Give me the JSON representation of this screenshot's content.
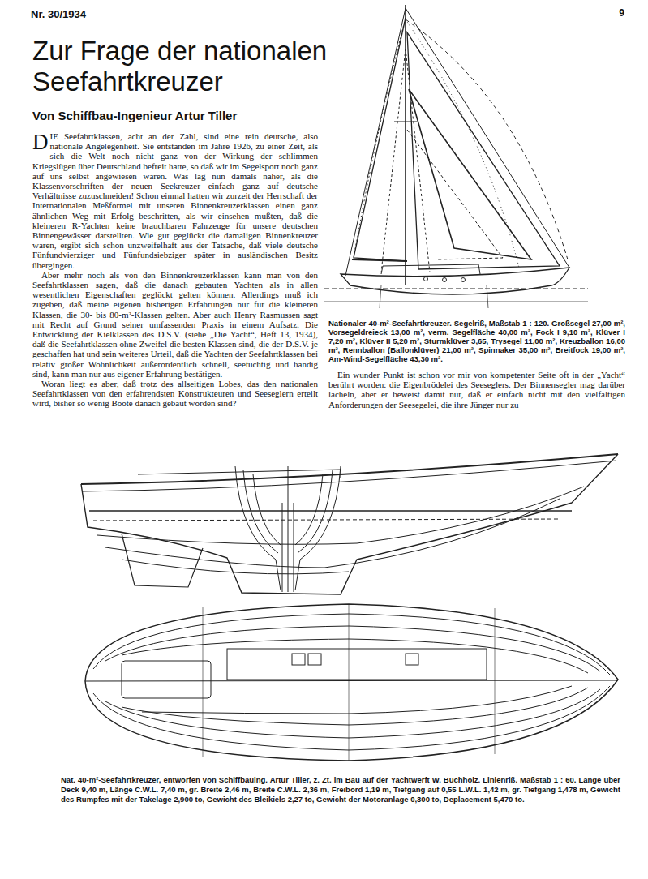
{
  "diagram": {
    "title": "Zur Frage der nationalen Seefahrtkreuzer",
    "caption": "Nat. 40-m²-Seefahrtkreuzer, entworfen von Schiffbauing. Artur Tiller, z. Zt. im Bau auf der Yachtwerft W. Buchholz. Linienriß. Maßstab 1 : 60. Länge über Deck 9,40 m, Länge C.W.L. 7,40 m, gr. Breite 2,46 m, Breite C.W.L. 2,36 m, Freibord 1,19 m, Tiefgang auf 0,55 L.W.L. 1,42 m, gr. Tiefgang 1,478 m, Gewicht des Rumpfes mit der Takelage 2,900 to, Gewicht des Bleikiels 2,27 to, Gewicht der Motoranlage 0,300 to, Deplacement 5,470 to.",
    "labels": [
      "Nr. 30/1934",
      "9",
      "Von Schiffbau-Ingenieur Artur Tiller",
      "DIE Seefahrtklassen, acht an der Zahl, sind eine rein deutsche, also nationale Angelegenheit. Sie entstanden im Jahre 1926, zu einer Zeit, als sich die Welt noch nicht ganz von der Wirkung der schlimmen Kriegslügen über Deutschland befreit hatte, so daß wir im Segelsport noch ganz auf uns selbst angewiesen waren. Was lag nun damals näher, als die Klassenvorschriften der neuen Seekreuzer einfach ganz auf deutsche Verhältnisse zuzuschneiden! Schon einmal hatten wir zurzeit der Herrschaft der Internationalen Meßformel mit unseren Binnenkreuzerklassen einen ganz ähnlichen Weg mit Erfolg beschritten, als wir einsehen mußten, daß die kleineren R-Yachten keine brauchbaren Fahrzeuge für unsere deutschen Binnengewässer darstellten. Wie gut geglückt die damaligen Binnenkreuzer waren, ergibt sich schon unzweifelhaft aus der Tatsache, daß viele deutsche Fünfundvierziger und Fünfundsiebziger später in ausländischen Besitz übergingen.",
      "Aber mehr noch als von den Binnenkreuzerklassen kann man von den Seefahrtklassen sagen, daß die danach gebauten Yachten als in allen wesentlichen Eigenschaften geglückt gelten können. Allerdings muß ich zugeben, daß meine eigenen bisherigen Erfahrungen nur für die kleineren Klassen, die 30- bis 80-m²-Klassen gelten. Aber auch Henry Rasmussen sagt mit Recht auf Grund seiner umfassenden Praxis in einem Aufsatz: Die Entwicklung der Kielklassen des D.S.V. (siehe „Die Yacht“, Heft 13, 1934), daß die Seefahrtklassen ohne Zweifel die besten Klassen sind, die der D.S.V. je geschaffen hat und sein weiteres Urteil, daß die Yachten der Seefahrtklassen bei relativ großer Wohnlichkeit außerordentlich schnell, seetüchtig und handig sind, kann man nur aus eigener Erfahrung bestätigen.",
      "Woran liegt es aber, daß trotz des allseitigen Lobes, das den nationalen Seefahrtklassen von den erfahrendsten Konstrukteuren und Seeseglern erteilt wird, bisher so wenig Boote danach gebaut worden sind?",
      "Nationaler 40-m²-Seefahrtkreuzer. Segelriß, Maßstab 1 : 120. Großsegel 27,00 m², Vorsegeldreieck 13,00 m², verm. Segelfläche 40,00 m², Fock I 9,10 m², Klüver I 7,20 m², Klüver II 5,20 m², Sturmklüver 3,65, Trysegel 11,00 m², Kreuzballon 16,00 m², Rennballon (Ballonklüver) 21,00 m², Spinnaker 35,00 m², Breitfock 19,00 m², Am-Wind-Segelfläche 43,30 m².",
      "Ein wunder Punkt ist schon vor mir von kompetenter Seite oft in der „Yacht“ berührt worden: die Eigenbrödelei des Seeseglers. Der Binnensegler mag darüber lächeln, aber er beweist damit nur, daß er einfach nicht mit den vielfältigen Anforderungen der Seesegelei, die ihre Jünger nur zu"
    ]
  }
}
